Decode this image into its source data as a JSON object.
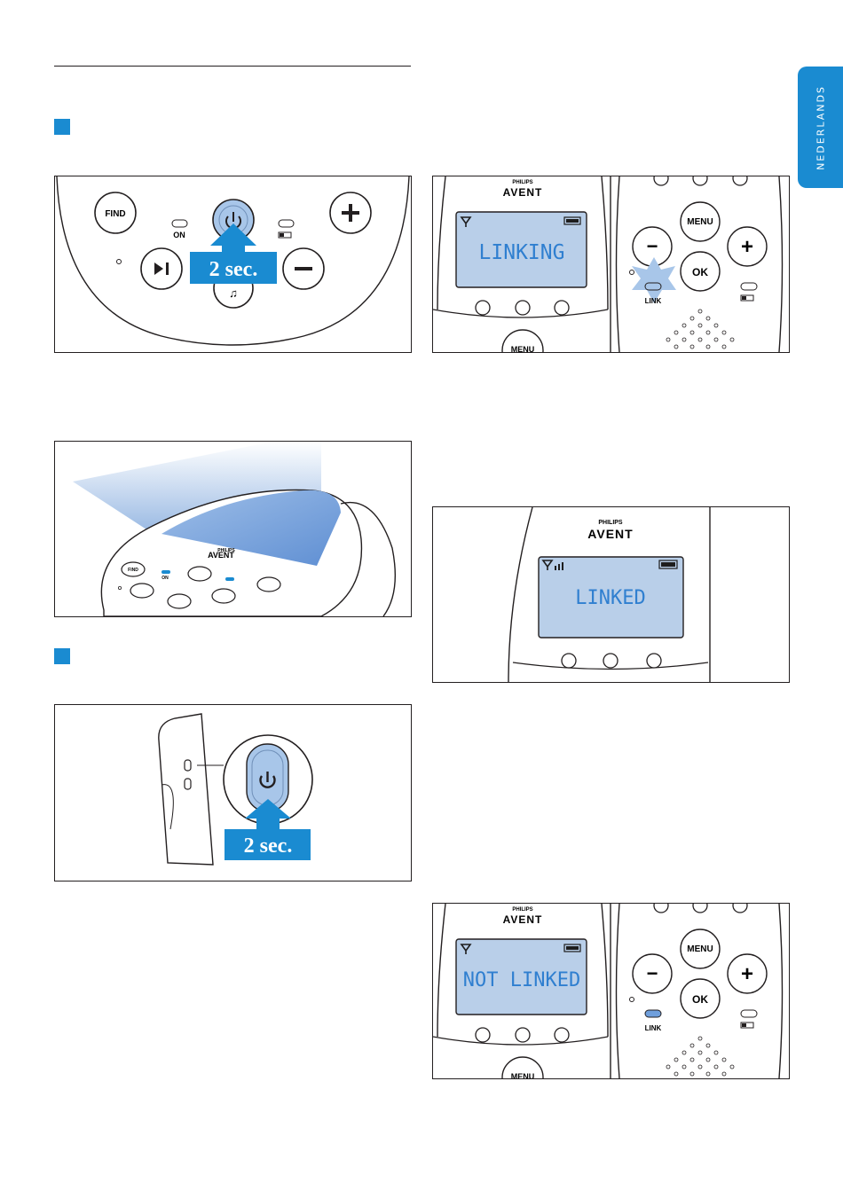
{
  "sidebar": {
    "language": "NEDERLANDS"
  },
  "fig1": {
    "find": "FIND",
    "on": "ON",
    "timer": "2 sec."
  },
  "fig2": {
    "brand": "PHILIPS",
    "logo": "AVENT",
    "lcd": "LINKING",
    "menu": "MENU",
    "minus": "−",
    "plus": "+",
    "ok": "OK",
    "link": "LINK"
  },
  "fig3": {
    "find": "FIND",
    "on": "ON",
    "brand": "PHILIPS",
    "logo": "AVENT"
  },
  "fig4": {
    "brand": "PHILIPS",
    "logo": "AVENT",
    "lcd": "LINKED"
  },
  "fig5": {
    "timer": "2 sec."
  },
  "fig6": {
    "brand": "PHILIPS",
    "logo": "AVENT",
    "lcd": "NOT LINKED",
    "menu": "MENU",
    "minus": "−",
    "plus": "+",
    "ok": "OK",
    "link": "LINK"
  },
  "colors": {
    "accent": "#1a8bd1",
    "lcd_bg": "#b9cfe9",
    "lcd_text": "#2f7fd0"
  }
}
